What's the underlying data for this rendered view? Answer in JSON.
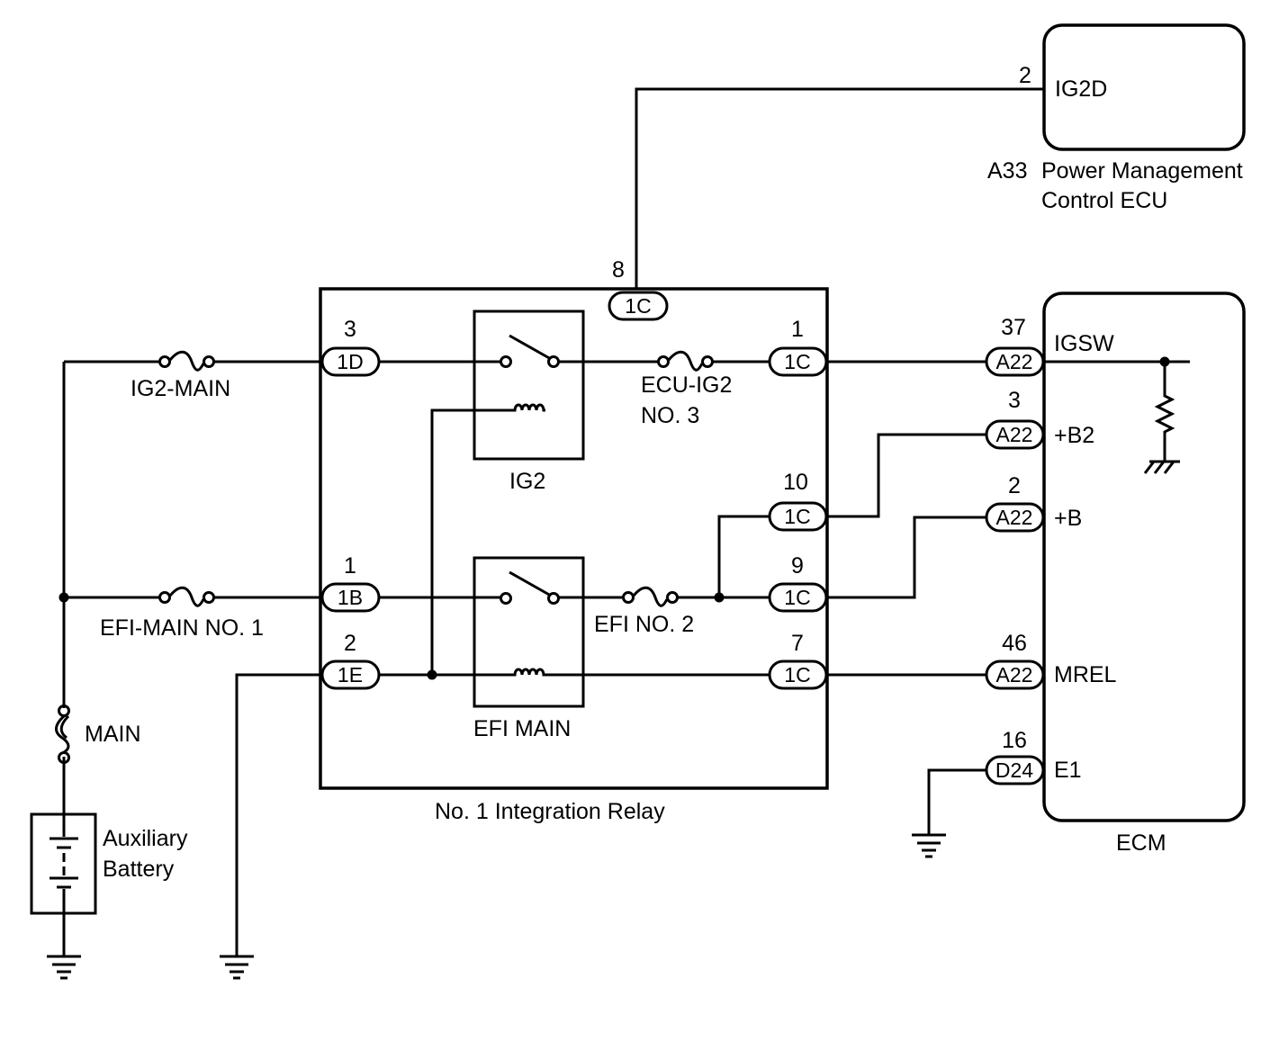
{
  "components": {
    "power_ecu": {
      "connector": "A33",
      "name_line1": "Power Management",
      "name_line2": "Control ECU",
      "pin_label": "IG2D"
    },
    "relay": {
      "name": "No. 1 Integration Relay",
      "ig2_label": "IG2",
      "efi_main_label": "EFI MAIN"
    },
    "ecm": {
      "name": "ECM",
      "pins": {
        "igsw": "IGSW",
        "b2": "+B2",
        "b": "+B",
        "mrel": "MREL",
        "e1": "E1"
      }
    },
    "battery": {
      "line1": "Auxiliary",
      "line2": "Battery"
    }
  },
  "fuses": {
    "ig2_main": "IG2-MAIN",
    "efi_main_no1": "EFI-MAIN NO. 1",
    "main": "MAIN",
    "ecu_ig2_line1": "ECU-IG2",
    "ecu_ig2_line2": "NO. 3",
    "efi_no2": "EFI NO. 2"
  },
  "connectors": {
    "c1c_top": {
      "code": "1C",
      "pin": "8"
    },
    "c1d": {
      "code": "1D",
      "pin": "3"
    },
    "c1b": {
      "code": "1B",
      "pin": "1"
    },
    "c1e": {
      "code": "1E",
      "pin": "2"
    },
    "c1c_p1": {
      "code": "1C",
      "pin": "1"
    },
    "c1c_p10": {
      "code": "1C",
      "pin": "10"
    },
    "c1c_p9": {
      "code": "1C",
      "pin": "9"
    },
    "c1c_p7": {
      "code": "1C",
      "pin": "7"
    },
    "a22_p37": {
      "code": "A22",
      "pin": "37"
    },
    "a22_p3": {
      "code": "A22",
      "pin": "3"
    },
    "a22_p2": {
      "code": "A22",
      "pin": "2"
    },
    "a22_p46": {
      "code": "A22",
      "pin": "46"
    },
    "d24_p16": {
      "code": "D24",
      "pin": "16"
    },
    "ig2d_pin": "2"
  }
}
